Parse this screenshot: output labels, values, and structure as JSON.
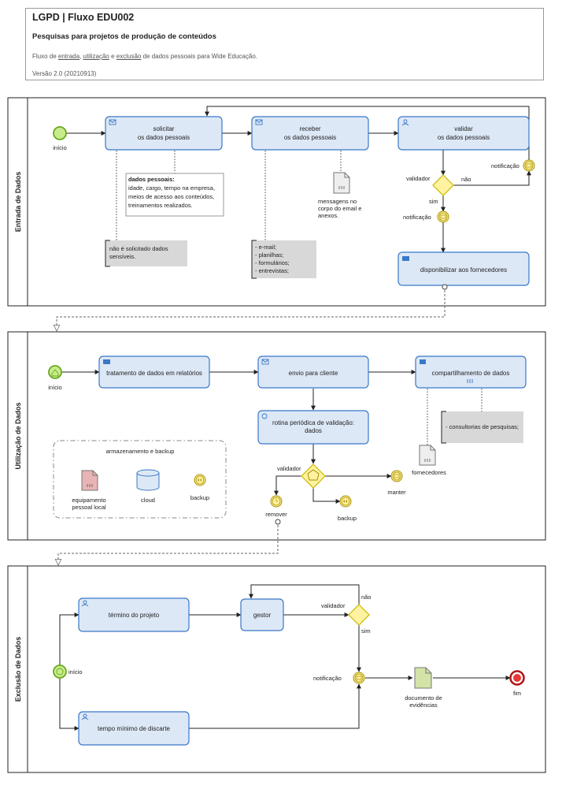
{
  "header": {
    "title": "LGPD | Fluxo EDU002",
    "subtitle": "Pesquisas para projetos de produção de conteúdos",
    "description_prefix": "Fluxo de ",
    "desc_word1": "entrada",
    "desc_sep1": ", ",
    "desc_word2": "utilização",
    "desc_sep2": " e ",
    "desc_word3": "exclusão",
    "description_suffix": " de dados pessoais para Wide Educação.",
    "version": "Versão 2.0 (20210913)"
  },
  "colors": {
    "task_fill": "#dde8f6",
    "task_stroke": "#3a78c8",
    "start_fill": "#c8ec8c",
    "start_stroke": "#6aa820",
    "gateway_fill": "#fff2a0",
    "gateway_stroke": "#c8b800",
    "end_fill": "#e83838",
    "doc_green": "#d2e4a8",
    "doc_red": "#e8b4b4"
  },
  "lanes": {
    "entrada": {
      "label": "Entrada de Dados",
      "start": "início",
      "task1": [
        "solicitar",
        "os dados pessoais"
      ],
      "task2": [
        "receber",
        "os dados pessoais"
      ],
      "task3": [
        "validar",
        "os dados pessoais"
      ],
      "task4": "disponibilizar aos fornecedores",
      "gateway_label": "validador",
      "gateway_no": "não",
      "gateway_yes": "sim",
      "notif1": "notificação",
      "notif2": "notificação",
      "annot_title": "dados pessoais:",
      "annot_lines": [
        "idade, cargo, tempo na empresa,",
        "meios de acesso aos conteúdos,",
        "treinamentos realizados."
      ],
      "note1": [
        "não é solicitado dados",
        "sensíveis."
      ],
      "note2": [
        "- e-mail;",
        "- planilhas;",
        "- formulários;",
        "- entrevistas;"
      ],
      "doc_label": [
        "mensagens no",
        "corpo do email e",
        "anexos."
      ]
    },
    "utilizacao": {
      "label": "Utilização de Dados",
      "start": "início",
      "task1": "tratamento de dados em relatórios",
      "task2": "envio para cliente",
      "task3": "compartilhamento de dados",
      "task4": [
        "rotina periódica de validação:",
        "dados"
      ],
      "gateway_label": "validador",
      "keep": "manter",
      "backup": "backup",
      "remove": "remover",
      "note": "- consultorias de pesquisas;",
      "doc_label": "fornecedores",
      "group_title": "armazenamento e backup",
      "group_items": [
        [
          "equipamento",
          "pessoal local"
        ],
        [
          "cloud"
        ],
        [
          "backup"
        ]
      ]
    },
    "exclusao": {
      "label": "Exclusão de Dados",
      "start": "início",
      "task1": "término do projeto",
      "task2": "gestor",
      "task3": "tempo mínimo de discarte",
      "gateway_label": "validador",
      "gateway_no": "não",
      "gateway_yes": "sim",
      "notif": "notificação",
      "doc_label": [
        "documento de",
        "evidências"
      ],
      "end": "fim"
    }
  }
}
